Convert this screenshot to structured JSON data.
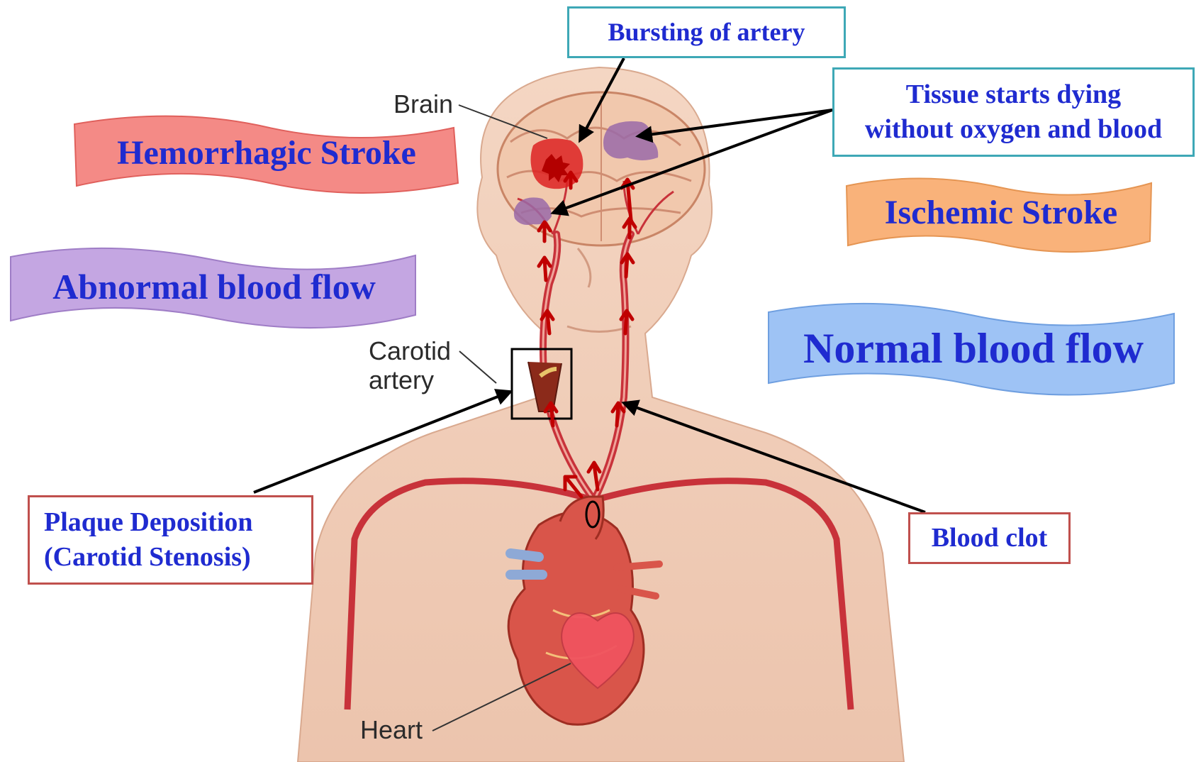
{
  "labels": {
    "bursting": "Bursting of artery",
    "tissue_line1": "Tissue starts dying",
    "tissue_line2": "without oxygen and blood",
    "hemorrhagic": "Hemorrhagic Stroke",
    "ischemic": "Ischemic Stroke",
    "abnormal": "Abnormal blood flow",
    "normal": "Normal blood flow",
    "plaque_line1": "Plaque Deposition",
    "plaque_line2": "(Carotid Stenosis)",
    "blood_clot": "Blood clot",
    "brain": "Brain",
    "carotid_line1": "Carotid",
    "carotid_line2": "artery",
    "heart": "Heart"
  },
  "colors": {
    "label_text": "#1f2bd0",
    "teal_border": "#3ea8b6",
    "red_border": "#c0504d",
    "hemorrhagic_banner": "#f48a86",
    "ischemic_banner": "#f9b27a",
    "abnormal_banner": "#c4a6e2",
    "normal_banner": "#9ec3f5",
    "artery": "#c8323a",
    "flow_arrow": "#c00000",
    "skin": "#f2d3c0",
    "ischemic_patch": "#9a6aa8",
    "hemorrhage_patch": "#dd2222",
    "heart_symbol": "#f0535f"
  },
  "icons": {
    "heart_symbol": "heart-icon",
    "hemorrhage": "hemorrhage-blot-icon",
    "ischemic_tissue": "dead-tissue-patch-icon"
  }
}
